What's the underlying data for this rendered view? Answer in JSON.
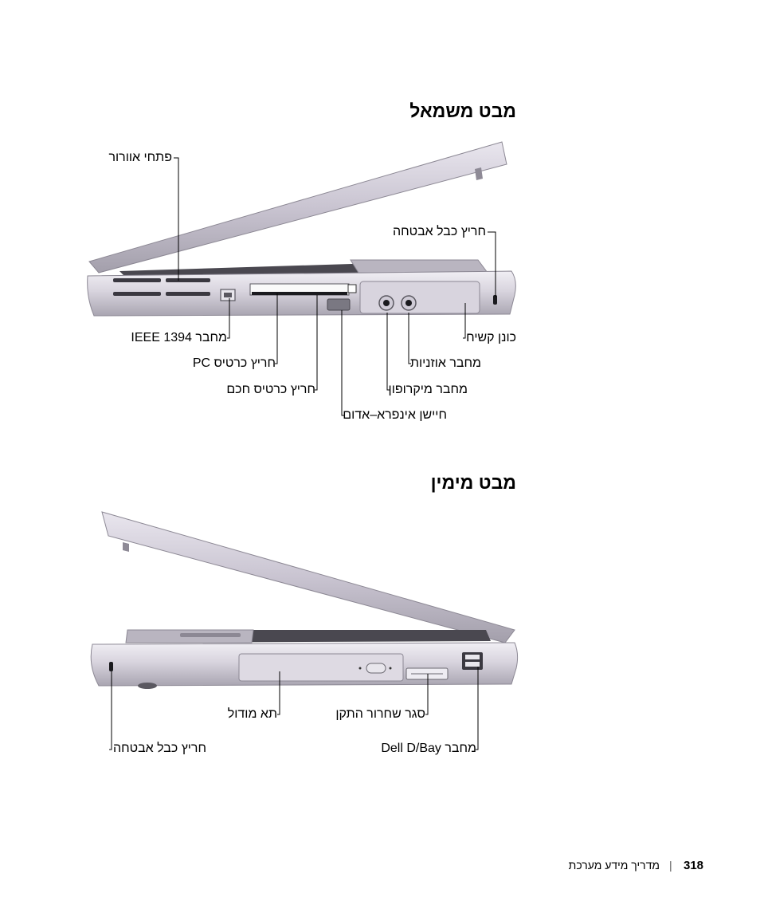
{
  "sections": {
    "left_view": {
      "title": "מבט משמאל",
      "labels": {
        "air_vents": "פתחי אוורור",
        "security_slot": "חריץ כבל אבטחה",
        "ieee1394": "מחבר IEEE 1394",
        "hard_drive": "כונן קשיח",
        "pc_card_slot": "חריץ כרטיס PC",
        "audio_connector": "מחבר אוזניות",
        "smart_card_slot": "חריץ כרטיס חכם",
        "microphone_connector": "מחבר מיקרופון",
        "infrared_sensor": "חיישן אינפרא–אדום"
      }
    },
    "right_view": {
      "title": "מבט מימין",
      "labels": {
        "module_bay": "תא מודול",
        "latch_release": "סגר שחרור התקן",
        "security_slot": "חריץ כבל אבטחה",
        "dbay_connector": "מחבר Dell D/Bay"
      }
    }
  },
  "footer": {
    "guide_title": "מדריך מידע מערכת",
    "separator": "|",
    "page_number": "318"
  }
}
